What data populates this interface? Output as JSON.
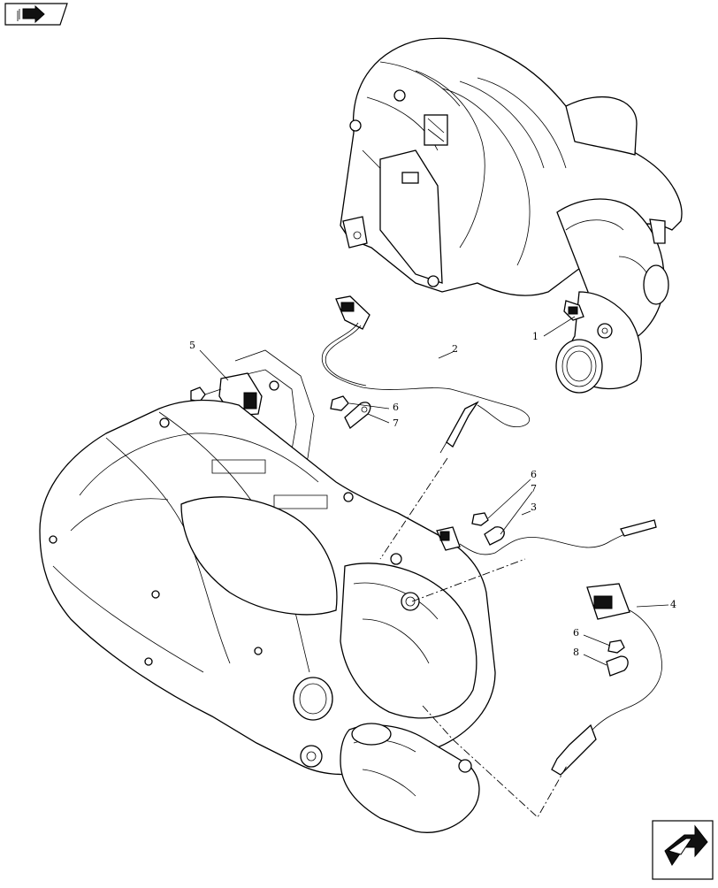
{
  "callouts": [
    {
      "id": "c1",
      "label": "1"
    },
    {
      "id": "c2",
      "label": "2"
    },
    {
      "id": "c3",
      "label": "3"
    },
    {
      "id": "c4",
      "label": "4"
    },
    {
      "id": "c5",
      "label": "5"
    },
    {
      "id": "c6a",
      "label": "6"
    },
    {
      "id": "c7a",
      "label": "7"
    },
    {
      "id": "c6b",
      "label": "6"
    },
    {
      "id": "c7b",
      "label": "7"
    },
    {
      "id": "c6c",
      "label": "6"
    },
    {
      "id": "c8",
      "label": "8"
    }
  ],
  "icons": {
    "top_left": "book-arrow-icon",
    "bottom_right": "next-page-arrow-icon"
  }
}
